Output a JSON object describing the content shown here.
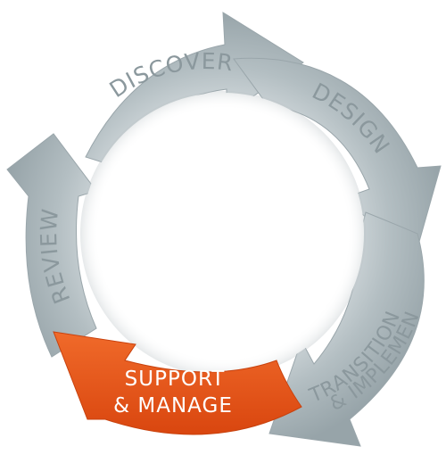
{
  "diagram": {
    "stages": [
      {
        "id": "discover",
        "label": "DISCOVER"
      },
      {
        "id": "design",
        "label": "DESIGN"
      },
      {
        "id": "transition",
        "label_line1": "TRANSITION",
        "label_line2": "& IMPLEMENT"
      },
      {
        "id": "support",
        "label_line1": "SUPPORT",
        "label_line2": "& MANAGE"
      },
      {
        "id": "review",
        "label": "REVIEW"
      }
    ],
    "colors": {
      "arrow_grey": "#a4b0b5",
      "arrow_grey_dark": "#86949a",
      "arrow_grey_light": "#c6cfd2",
      "highlight": "#ef5a1c",
      "highlight_dark": "#c8420e",
      "label_grey": "#8b989d",
      "label_on_highlight": "#ffffff"
    }
  }
}
